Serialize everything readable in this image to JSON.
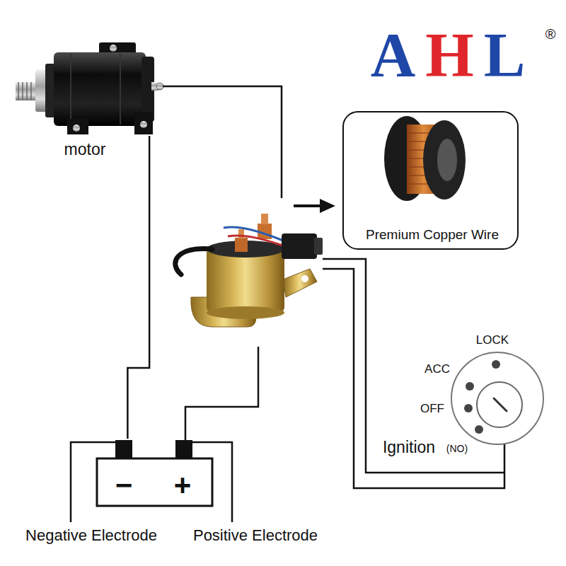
{
  "diagram": {
    "nodes": [
      {
        "text": [
          "motor"
        ]
      },
      {
        "text": [
          "Premium Copper Wire"
        ]
      },
      {
        "text": [
          "−",
          "+"
        ]
      },
      {
        "text": [
          "LOCK",
          "ACC",
          "OFF",
          "Ignition",
          "(NO)"
        ]
      }
    ],
    "edges": [
      {
        "from": 0,
        "to": 2,
        "arrow": "none"
      }
    ],
    "labels": [
      "AHL",
      "®",
      "Negative Electrode",
      "Positive Electrode"
    ]
  }
}
